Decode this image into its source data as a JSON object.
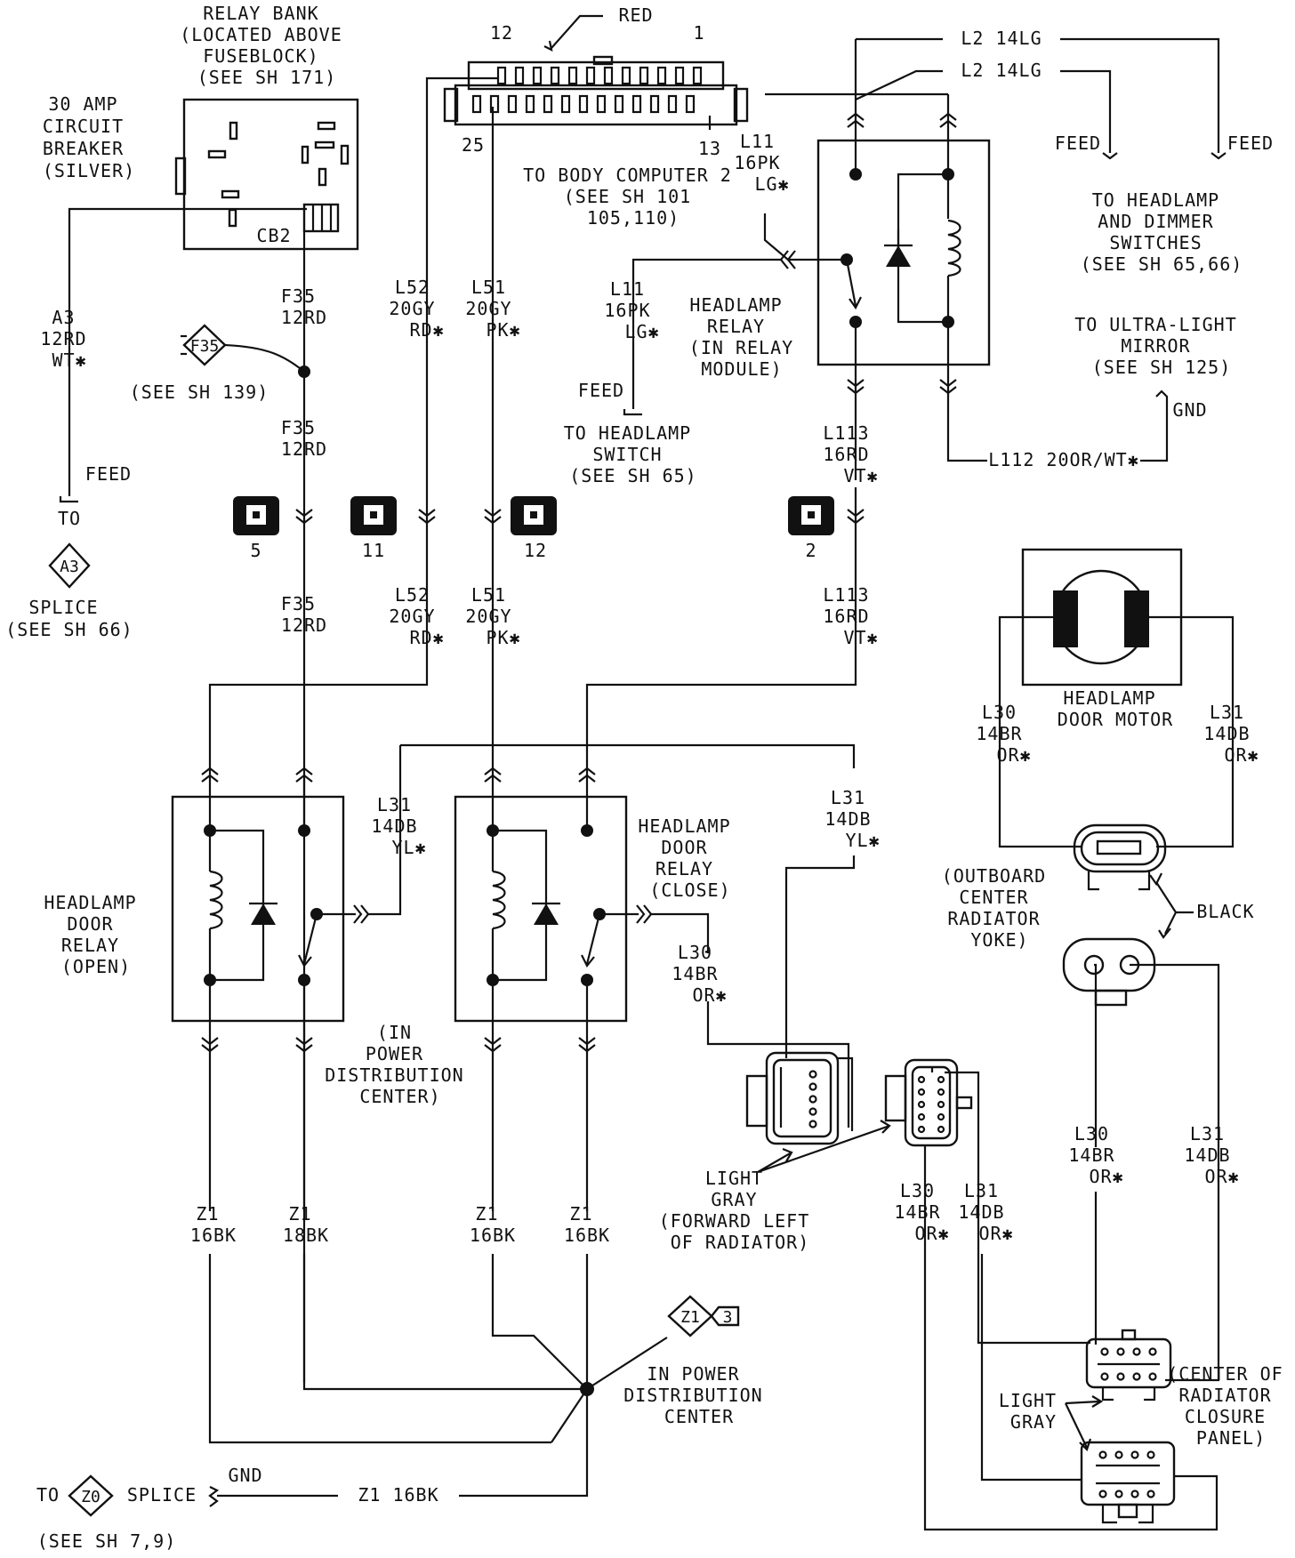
{
  "relay_bank": [
    "RELAY BANK",
    "(LOCATED ABOVE",
    "FUSEBLOCK)",
    "(SEE SH 171)"
  ],
  "breaker": [
    "30 AMP",
    "CIRCUIT",
    "BREAKER",
    "(SILVER)"
  ],
  "cb2": "CB2",
  "connector_top": {
    "red": "RED",
    "pin12": "12",
    "pin1": "1",
    "pin25": "25",
    "pin13": "13"
  },
  "body_computer": [
    "TO BODY COMPUTER 2",
    "(SEE SH 101",
    "105,110)"
  ],
  "l2_1": "L2 14LG",
  "l2_2": "L2 14LG",
  "feed": "FEED",
  "to_headlamp_dimmer": [
    "TO HEADLAMP",
    "AND DIMMER",
    "SWITCHES",
    "(SEE SH 65,66)"
  ],
  "l11_a": [
    "L11",
    "16PK",
    "LG✱"
  ],
  "l11_b": [
    "L11",
    "16PK",
    "LG✱"
  ],
  "headlamp_relay": [
    "HEADLAMP",
    "RELAY",
    "(IN RELAY",
    "MODULE)"
  ],
  "to_ultra": [
    "TO ULTRA-LIGHT",
    "MIRROR",
    "(SEE SH 125)"
  ],
  "gnd": "GND",
  "to_headlamp_switch": [
    "TO HEADLAMP",
    "SWITCH",
    "(SEE SH 65)"
  ],
  "l113": [
    "L113",
    "16RD",
    "VT✱"
  ],
  "l112": "L112 20OR/WT✱",
  "a3": [
    "A3",
    "12RD",
    "WT✱"
  ],
  "f35_a": [
    "F35",
    "12RD"
  ],
  "f35_b": [
    "F35",
    "12RD"
  ],
  "f35_c": [
    "F35",
    "12RD"
  ],
  "f35_tag": "F35",
  "see139": "(SEE SH 139)",
  "l52": [
    "L52",
    "20GY",
    "RD✱"
  ],
  "l51": [
    "L51",
    "20GY",
    "PK✱"
  ],
  "to": "TO",
  "a3_tag": "A3",
  "splice66": [
    "SPLICE",
    "(SEE SH 66)"
  ],
  "conn_nums": [
    "5",
    "11",
    "12",
    "2"
  ],
  "door_motor": [
    "HEADLAMP",
    "DOOR MOTOR"
  ],
  "l30_m": [
    "L30",
    "14BR",
    "OR✱"
  ],
  "l31_m": [
    "L31",
    "14DB",
    "OR✱"
  ],
  "outboard": [
    "(OUTBOARD",
    "CENTER",
    "RADIATOR",
    "YOKE)"
  ],
  "black": "BLACK",
  "relay_open": [
    "HEADLAMP",
    "DOOR",
    "RELAY",
    "(OPEN)"
  ],
  "relay_close": [
    "HEADLAMP",
    "DOOR",
    "RELAY",
    "(CLOSE)"
  ],
  "l31_yl_a": [
    "L31",
    "14DB",
    "YL✱"
  ],
  "l31_yl_b": [
    "L31",
    "14DB",
    "YL✱"
  ],
  "l30_br": [
    "L30",
    "14BR",
    "OR✱"
  ],
  "in_pdc": [
    "(IN",
    "POWER",
    "DISTRIBUTION",
    "CENTER)"
  ],
  "light_gray_left": [
    "LIGHT",
    "GRAY",
    "(FORWARD LEFT",
    "OF RADIATOR)"
  ],
  "l30_low": [
    "L30",
    "14BR",
    "OR✱"
  ],
  "l31_low": [
    "L31",
    "14DB",
    "OR✱"
  ],
  "l30_r": [
    "L30",
    "14BR",
    "OR✱"
  ],
  "l31_r": [
    "L31",
    "14DB",
    "OR✱"
  ],
  "z1_a": [
    "Z1",
    "16BK"
  ],
  "z1_b": [
    "Z1",
    "18BK"
  ],
  "z1_c": [
    "Z1",
    "16BK"
  ],
  "z1_d": [
    "Z1",
    "16BK"
  ],
  "z1_tag": "Z1",
  "z1_num": "3",
  "pdc2": [
    "IN POWER",
    "DISTRIBUTION",
    "CENTER"
  ],
  "center_rad": [
    "(CENTER OF",
    "RADIATOR",
    "CLOSURE",
    "PANEL)"
  ],
  "light_gray_r": [
    "LIGHT",
    "GRAY"
  ],
  "gnd2": "GND",
  "to2": "TO",
  "z0_tag": "Z0",
  "splice": "SPLICE",
  "z1_16bk": "Z1 16BK",
  "see79": "(SEE SH 7,9)"
}
